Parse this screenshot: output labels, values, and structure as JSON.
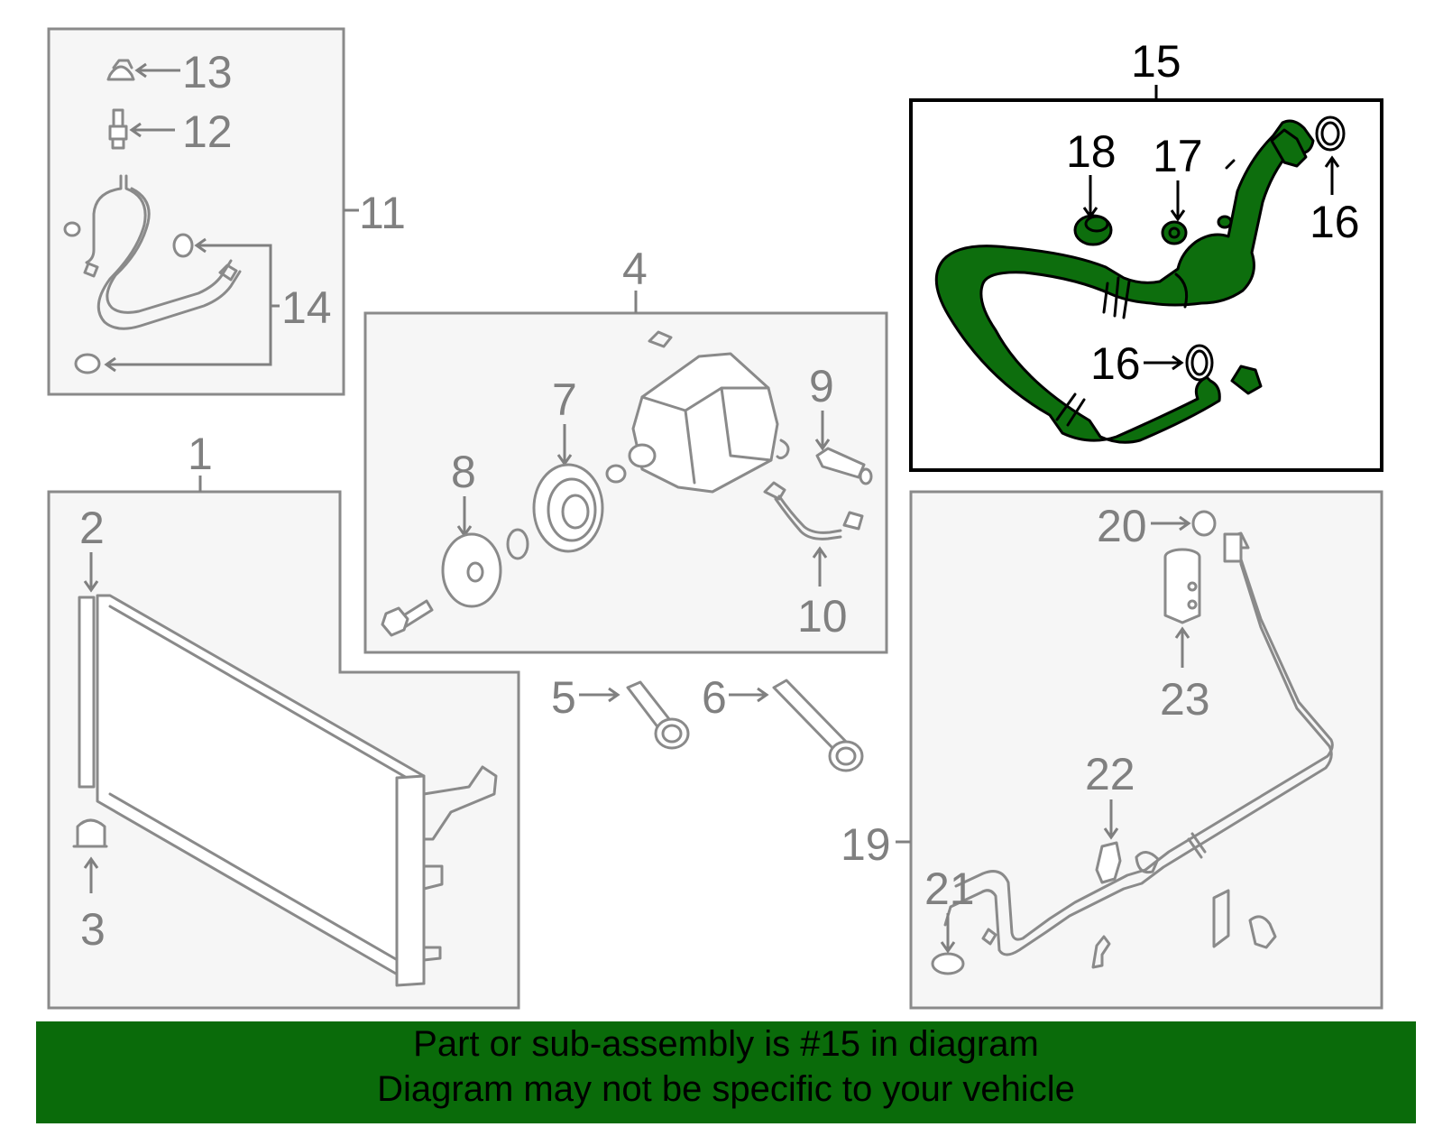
{
  "diagram": {
    "callouts": {
      "n1": "1",
      "n2": "2",
      "n3": "3",
      "n4": "4",
      "n5": "5",
      "n6": "6",
      "n7": "7",
      "n8": "8",
      "n9": "9",
      "n10": "10",
      "n11": "11",
      "n12": "12",
      "n13": "13",
      "n14": "14",
      "n15": "15",
      "n16a": "16",
      "n16b": "16",
      "n17": "17",
      "n18": "18",
      "n19": "19",
      "n20": "20",
      "n21": "21",
      "n22": "22",
      "n23": "23"
    },
    "highlighted_part": "15",
    "colors": {
      "highlight": "#0d6e0d",
      "box_outline": "#8a8a8a",
      "callout_grey": "#808080",
      "banner_bg": "#0a6b0a"
    }
  },
  "banner": {
    "line1": "Part or sub-assembly is #15 in diagram",
    "line2": "Diagram may not be specific to your vehicle"
  }
}
